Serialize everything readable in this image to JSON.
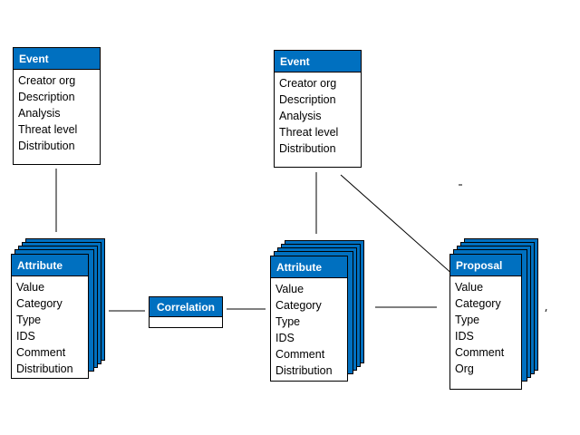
{
  "theme": {
    "header_color": "#0070C0",
    "header_text_color": "#FFFFFF",
    "line_color": "#000000"
  },
  "event_left": {
    "title": "Event",
    "fields": [
      "Creator org",
      "Description",
      "Analysis",
      "Threat level",
      "Distribution"
    ]
  },
  "event_right": {
    "title": "Event",
    "fields": [
      "Creator org",
      "Description",
      "Analysis",
      "Threat level",
      "Distribution"
    ]
  },
  "attribute_left": {
    "title": "Attribute",
    "fields": [
      "Value",
      "Category",
      "Type",
      "IDS",
      "Comment",
      "Distribution"
    ]
  },
  "attribute_right": {
    "title": "Attribute",
    "fields": [
      "Value",
      "Category",
      "Type",
      "IDS",
      "Comment",
      "Distribution"
    ]
  },
  "correlation": {
    "title": "Correlation"
  },
  "proposal": {
    "title": "Proposal",
    "fields": [
      "Value",
      "Category",
      "Type",
      "IDS",
      "Comment",
      "Org"
    ]
  }
}
